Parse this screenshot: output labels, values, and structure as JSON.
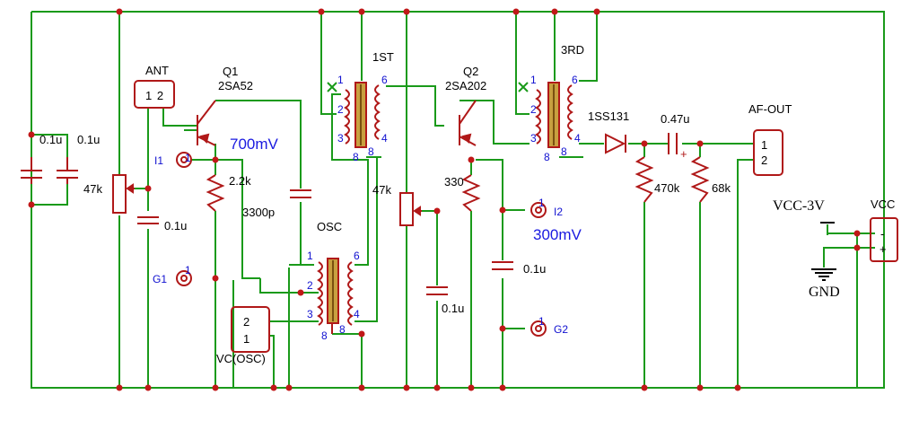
{
  "colors": {
    "wire": "#1a9a1a",
    "component": "#b01818",
    "core": "#c8a040",
    "junction": "#c01818",
    "label_black": "#000000",
    "label_blue": "#1010d0"
  },
  "labels": {
    "ant": "ANT",
    "ant_pins": "1 2",
    "q1_name": "Q1",
    "q1_part": "2SA52",
    "q2_name": "Q2",
    "q2_part": "2SA202",
    "t1": "1ST",
    "t3": "3RD",
    "osc": "OSC",
    "diode": "1SS131",
    "cap_047": "0.47u",
    "af_out": "AF-OUT",
    "vcc": "VCC",
    "vcc_3v": "VCC-3V",
    "gnd": "GND",
    "c01_a": "0.1u",
    "c01_b": "0.1u",
    "pot1": "47k",
    "c01_c": "0.1u",
    "r22k": "2.2k",
    "c3300p": "3300p",
    "vc_osc": "VC(OSC)",
    "pot2": "47k",
    "c01_d": "0.1u",
    "r330": "330",
    "c01_e": "0.1u",
    "r470k": "470k",
    "r68k": "68k",
    "probe_i1": "I1",
    "probe_g1": "G1",
    "probe_i2": "I2",
    "probe_g2": "G2",
    "mv700": "700mV",
    "mv300": "300mV",
    "vcc_minus": "-",
    "vcc_plus": "+",
    "af_pin1": "1",
    "af_pin2": "2",
    "vc_pin1": "1",
    "vc_pin2": "2",
    "cap_plus": "+"
  },
  "pins": {
    "t1_p1": "1",
    "t1_p2": "2",
    "t1_p3": "3",
    "t1_p4": "4",
    "t1_p6": "6",
    "t1_p8": "8",
    "t3_p1": "1",
    "t3_p2": "2",
    "t3_p3": "3",
    "t3_p4": "4",
    "t3_p6": "6",
    "t3_p8": "8",
    "osc_p1": "1",
    "osc_p2": "2",
    "osc_p3": "3",
    "osc_p4": "4",
    "osc_p6": "6",
    "osc_p8": "8",
    "probe_1": "1"
  }
}
